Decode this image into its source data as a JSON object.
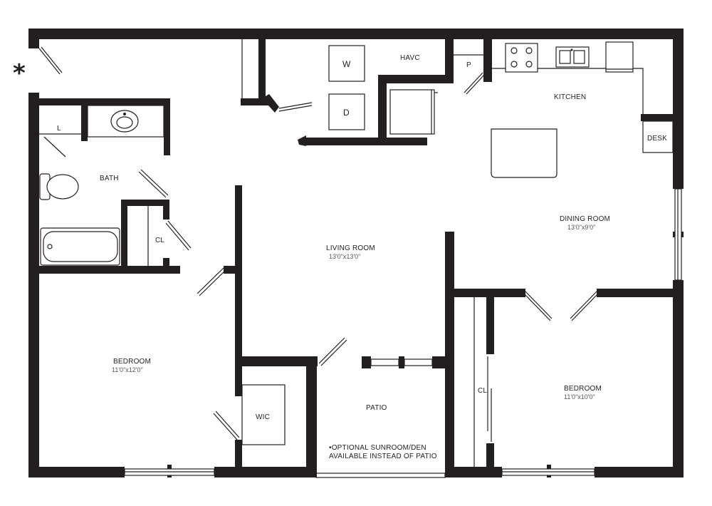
{
  "marker": "*",
  "rooms": {
    "havc": "HAVC",
    "washer": "W",
    "dryer": "D",
    "pantry": "P",
    "kitchen": "KITCHEN",
    "desk": "DESK",
    "linen": "L",
    "bath": "BATH",
    "bath_closet": "CL",
    "dining": {
      "name": "DINING ROOM",
      "size": "13'0\"x9'0\""
    },
    "living": {
      "name": "LIVING ROOM",
      "size": "13'0\"x13'0\""
    },
    "bedroom_left": {
      "name": "BEDROOM",
      "size": "11'0\"x12'0\""
    },
    "bedroom_right": {
      "name": "BEDROOM",
      "size": "11'0\"x10'0\""
    },
    "wic": "WIC",
    "patio": "PATIO",
    "right_closet": "CL"
  },
  "note": {
    "line1": "•OPTIONAL SUNROOM/DEN",
    "line2": "AVAILABLE INSTEAD OF PATIO"
  }
}
